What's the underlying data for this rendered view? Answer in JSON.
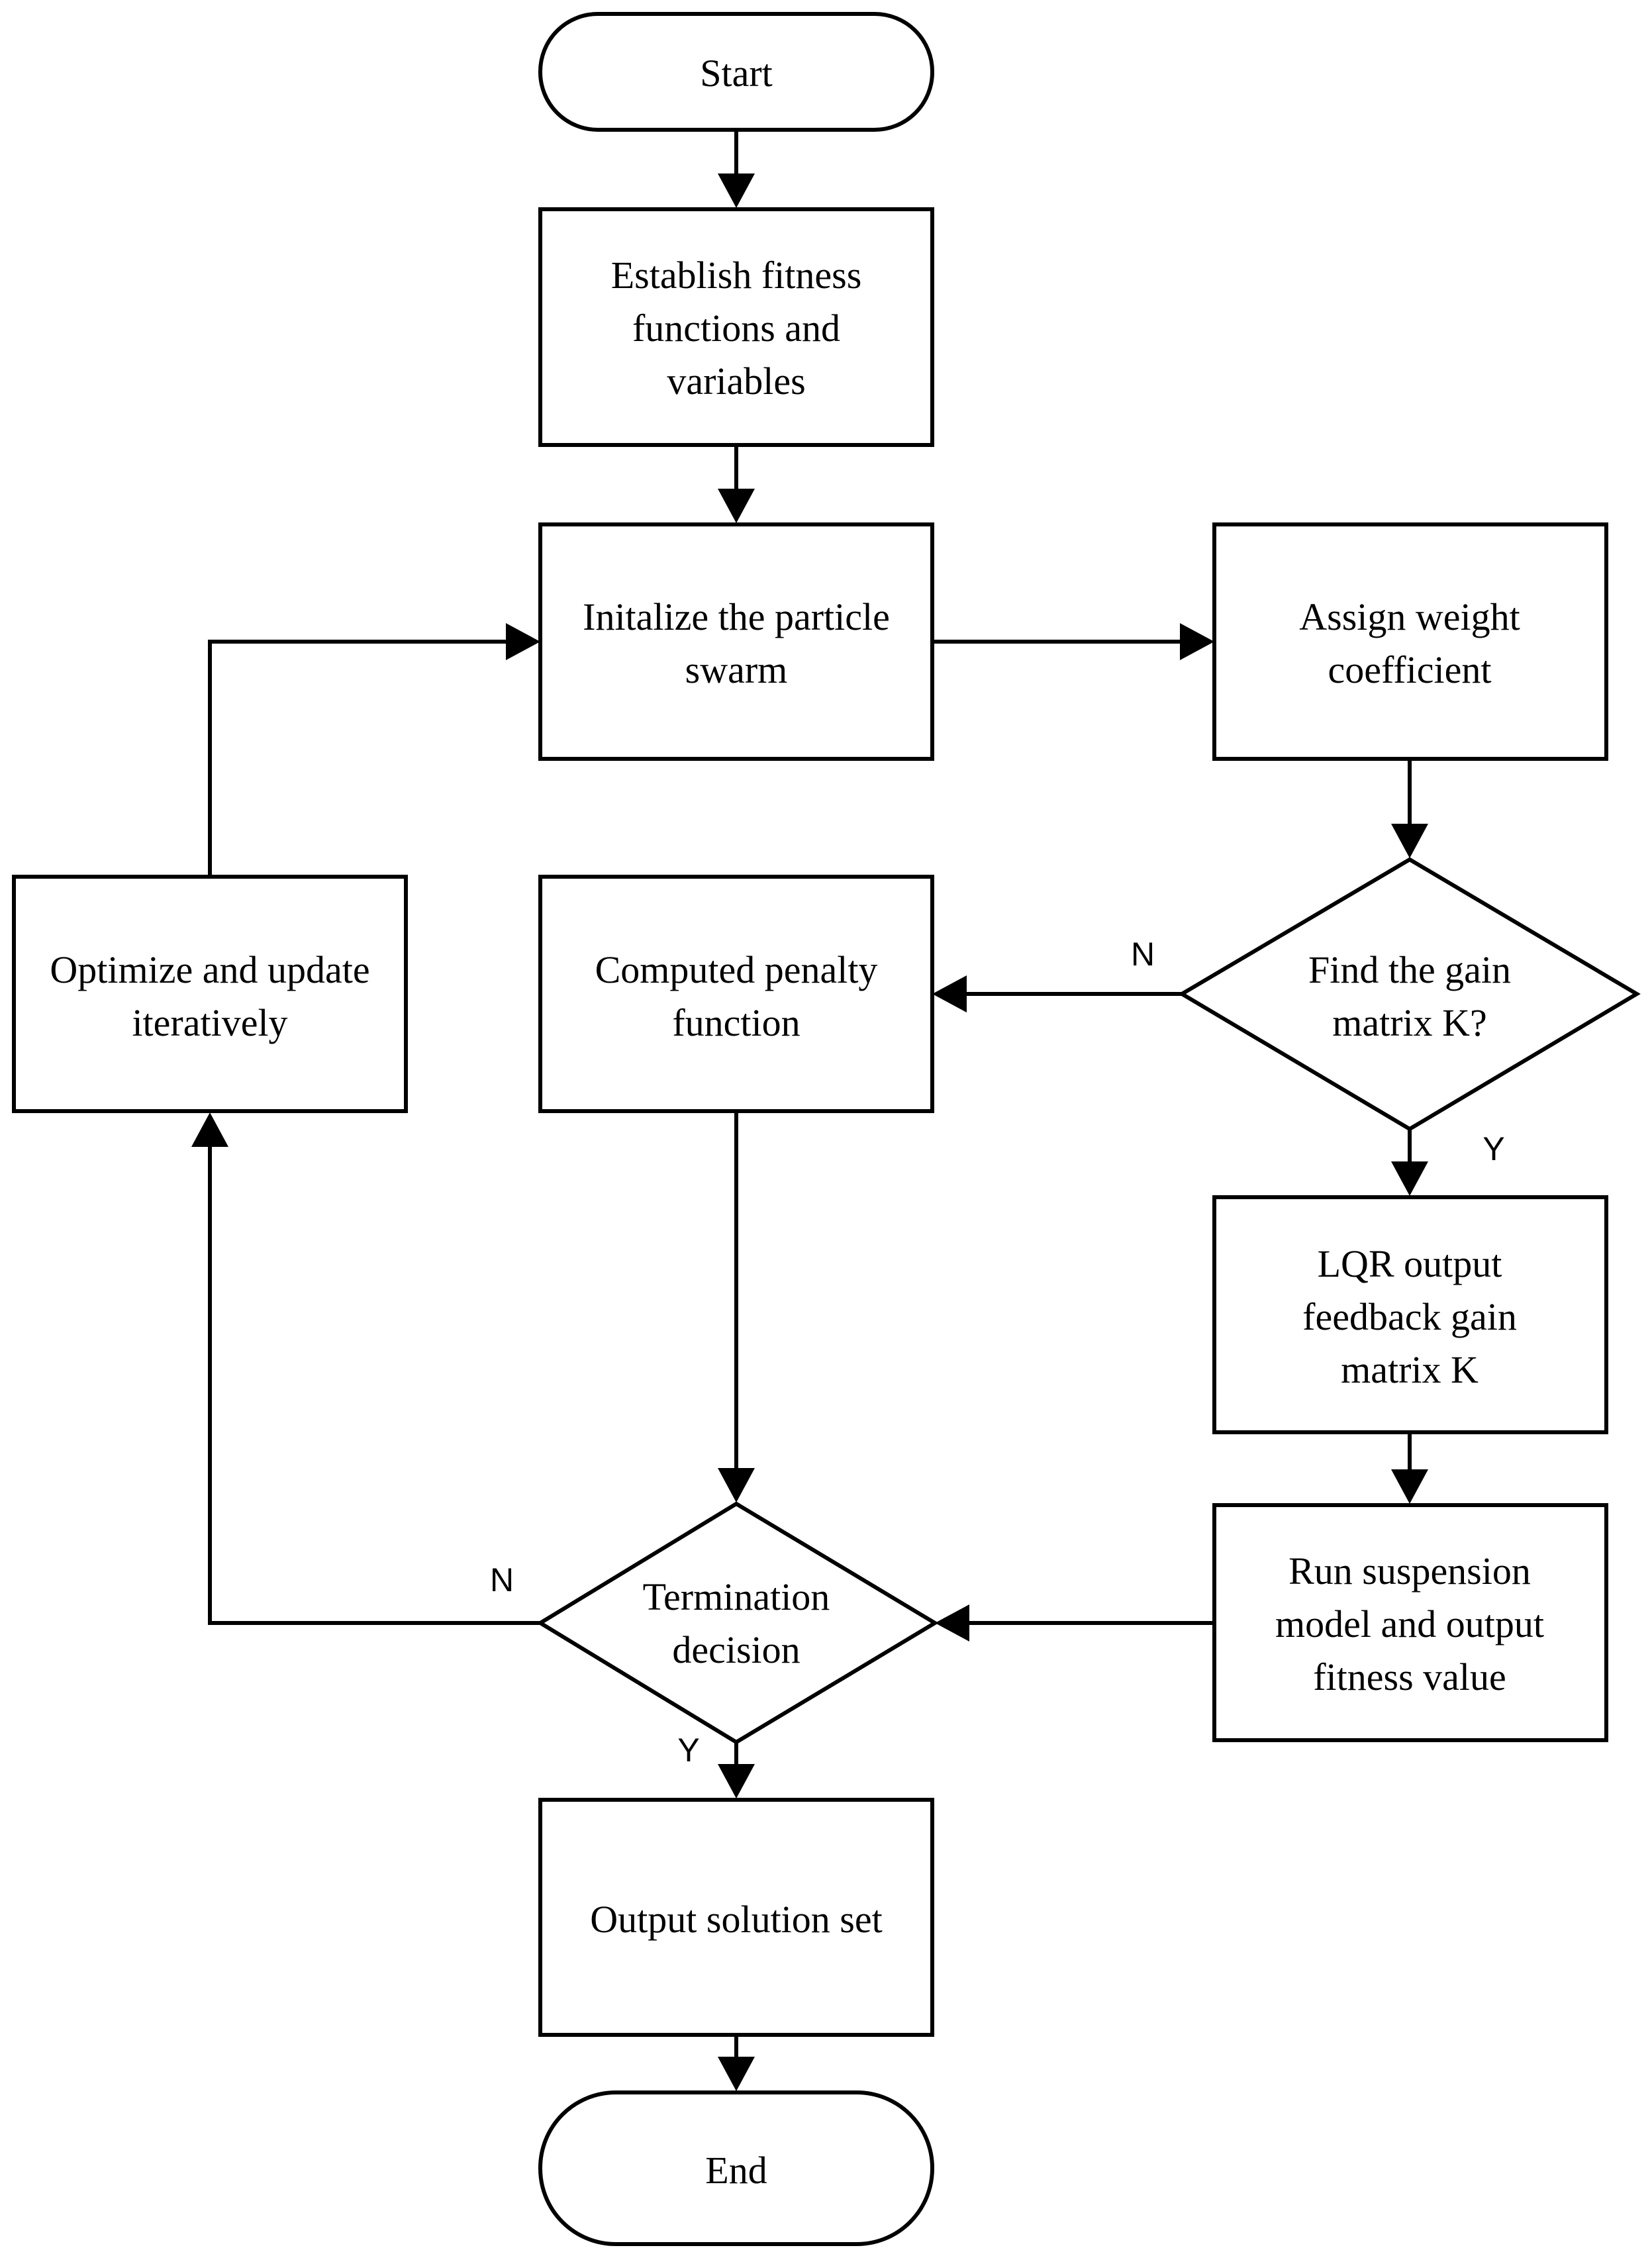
{
  "nodes": {
    "start": {
      "lines": [
        "Start"
      ]
    },
    "establish": {
      "lines": [
        "Establish fitness",
        "functions and",
        "variables"
      ]
    },
    "initialize": {
      "lines": [
        "Initalize the particle",
        "swarm"
      ]
    },
    "assign": {
      "lines": [
        "Assign weight",
        "coefficient"
      ]
    },
    "find_gain": {
      "lines": [
        "Find the gain",
        "matrix K?"
      ]
    },
    "penalty": {
      "lines": [
        "Computed penalty",
        "function"
      ]
    },
    "optimize": {
      "lines": [
        "Optimize and update",
        "iteratively"
      ]
    },
    "lqr": {
      "lines": [
        "LQR output",
        "feedback gain",
        "matrix K"
      ]
    },
    "run_model": {
      "lines": [
        "Run suspension",
        "model and output",
        "fitness value"
      ]
    },
    "termination": {
      "lines": [
        "Termination",
        "decision"
      ]
    },
    "output": {
      "lines": [
        "Output solution set"
      ]
    },
    "end": {
      "lines": [
        "End"
      ]
    }
  },
  "branch_labels": {
    "find_gain_no": "N",
    "find_gain_yes": "Y",
    "termination_no": "N",
    "termination_yes": "Y"
  }
}
